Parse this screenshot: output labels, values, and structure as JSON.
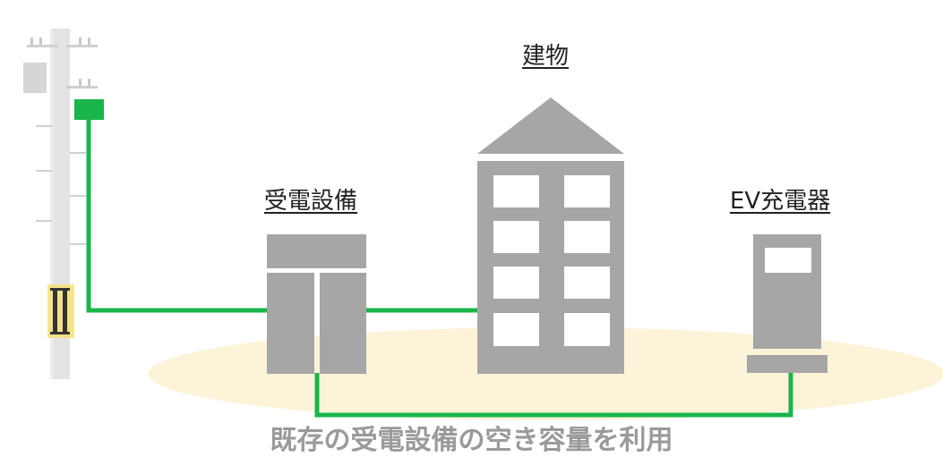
{
  "labels": {
    "building": "建物",
    "substation": "受電設備",
    "ev_charger": "EV充電器"
  },
  "caption": "既存の受電設備の空き容量を利用",
  "colors": {
    "equipment_gray": "#a6a6a6",
    "cable_green": "#1ab54a",
    "ground_ellipse": "#fdf3d9",
    "pole_light": "#d9d9d9",
    "pole_band": "#f6e07a",
    "caption_text": "#9a9a9a"
  }
}
